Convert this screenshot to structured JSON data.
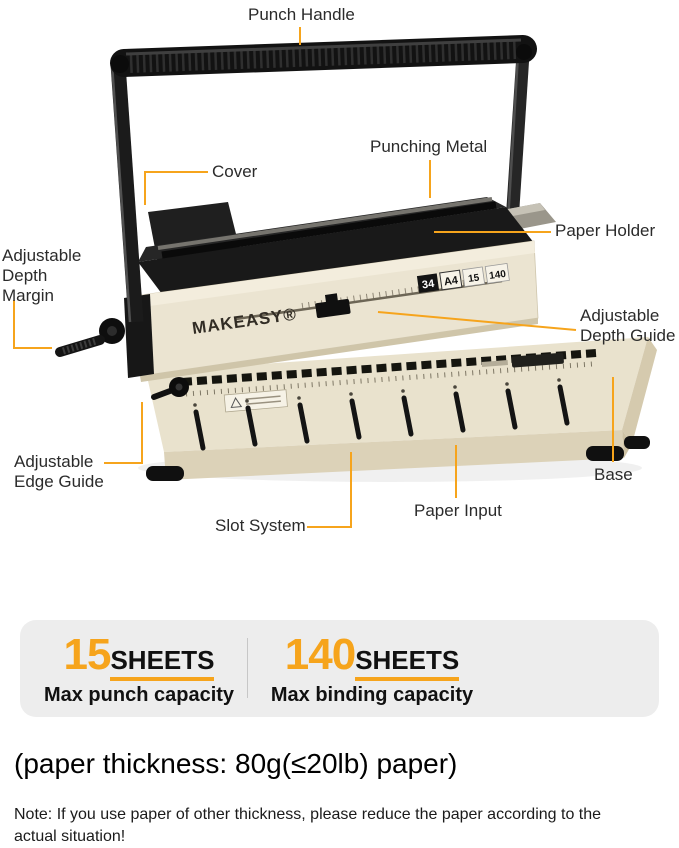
{
  "colors": {
    "accent": "#F6A41C",
    "machine_body": "#EBE4D1",
    "machine_dark": "#191919",
    "stats_panel_bg": "#EDEDED"
  },
  "callouts": {
    "punch_handle": "Punch Handle",
    "punching_metal": "Punching Metal",
    "cover": "Cover",
    "paper_holder": "Paper Holder",
    "adjustable_depth_margin": "Adjustable\nDepth\nMargin",
    "adjustable_depth_guide": "Adjustable\nDepth Guide",
    "adjustable_edge_guide": "Adjustable\nEdge Guide",
    "base": "Base",
    "slot_system": "Slot System",
    "paper_input": "Paper Input"
  },
  "machine": {
    "brand": "MAKEASY®",
    "badges": [
      "34",
      "A4",
      "15",
      "140"
    ]
  },
  "stats": {
    "punch": {
      "value": "15",
      "unit": "SHEETS",
      "caption": "Max punch capacity"
    },
    "binding": {
      "value": "140",
      "unit": "SHEETS",
      "caption": "Max binding capacity"
    }
  },
  "thickness_note": "(paper thickness: 80g(≤20lb) paper)",
  "footnote": "Note: If you use paper of other thickness, please reduce the paper according to the actual situation!"
}
